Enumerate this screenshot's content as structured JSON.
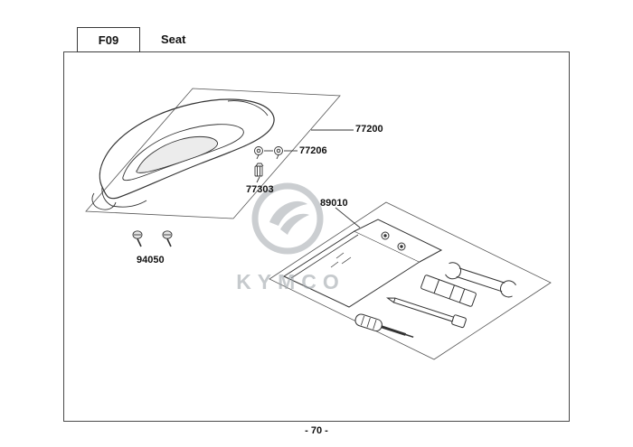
{
  "header": {
    "code": "F09",
    "title": "Seat"
  },
  "watermark": {
    "brand": "KYMCO"
  },
  "part_labels": {
    "seat_assembly": "77200",
    "seat_bolt": "77206",
    "seat_hook": "77303",
    "seat_screws": "94050",
    "tool_kit": "89010"
  },
  "footer": {
    "page_number": "- 70 -"
  },
  "colors": {
    "line": "#333333",
    "frame": "#4a4a4a",
    "watermark": "#a0a6ac"
  }
}
